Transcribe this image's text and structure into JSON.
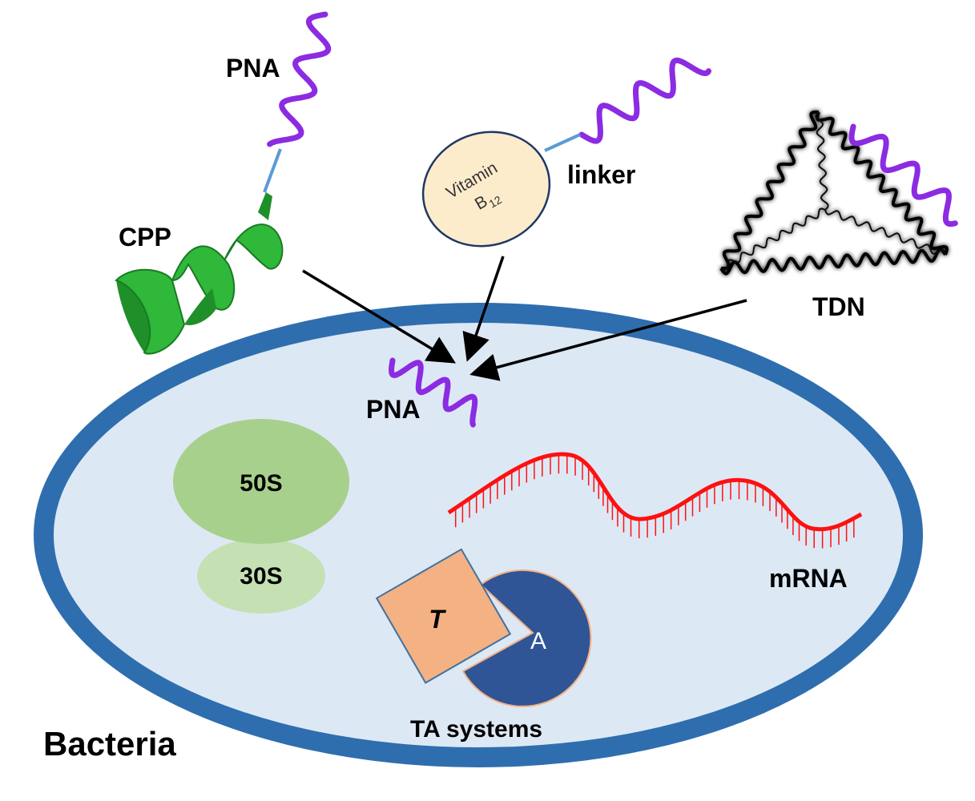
{
  "labels": {
    "pna_top": "PNA",
    "cpp": "CPP",
    "vitamin_line1": "Vitamin",
    "vitamin_line2": "B",
    "vitamin_sub": "12",
    "linker": "linker",
    "tdn": "TDN",
    "pna_inside": "PNA",
    "ribosome_large": "50S",
    "ribosome_small": "30S",
    "mrna": "mRNA",
    "toxin": "T",
    "antitoxin": "A",
    "ta_systems": "TA systems",
    "bacteria": "Bacteria"
  },
  "colors": {
    "membrane": "#2e6eae",
    "cytoplasm": "#dde8f5",
    "pna": "#8b2be2",
    "linker_line": "#5b9bd5",
    "cpp": "#2fb83a",
    "vitamin_fill": "#fdeccc",
    "vitamin_stroke": "#1f3864",
    "ribosome_large": "#a8d08d",
    "ribosome_small": "#c5e0b3",
    "mrna": "#ff1010",
    "toxin_fill": "#f4b183",
    "toxin_stroke": "#41719c",
    "antitoxin_fill": "#2f5597",
    "antitoxin_stroke": "#f4b183",
    "arrow": "#000000",
    "tdn": "#000000"
  }
}
